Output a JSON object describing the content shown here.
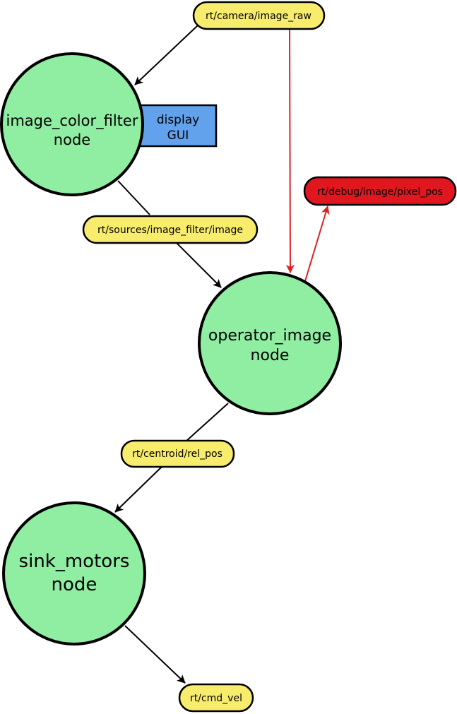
{
  "colors": {
    "node_fill": "#90eea2",
    "topic_fill": "#f8ec6c",
    "debug_topic_fill": "#e1171f",
    "gui_fill": "#62a1ec",
    "edge": "#000000",
    "debug_edge": "#dd2222"
  },
  "nodes": {
    "image_color_filter": {
      "line1": "image_color_filter",
      "line2": "node"
    },
    "operator_image": {
      "line1": "operator_image",
      "line2": "node"
    },
    "sink_motors": {
      "line1": "sink_motors",
      "line2": "node"
    }
  },
  "gui": {
    "line1": "display",
    "line2": "GUI"
  },
  "topics": {
    "camera_image_raw": "rt/camera/image_raw",
    "sources_image_filter": "rt/sources/image_filter/image",
    "debug_pixel_pos": "rt/debug/image/pixel_pos",
    "centroid_rel_pos": "rt/centroid/rel_pos",
    "cmd_vel": "rt/cmd_vel"
  }
}
